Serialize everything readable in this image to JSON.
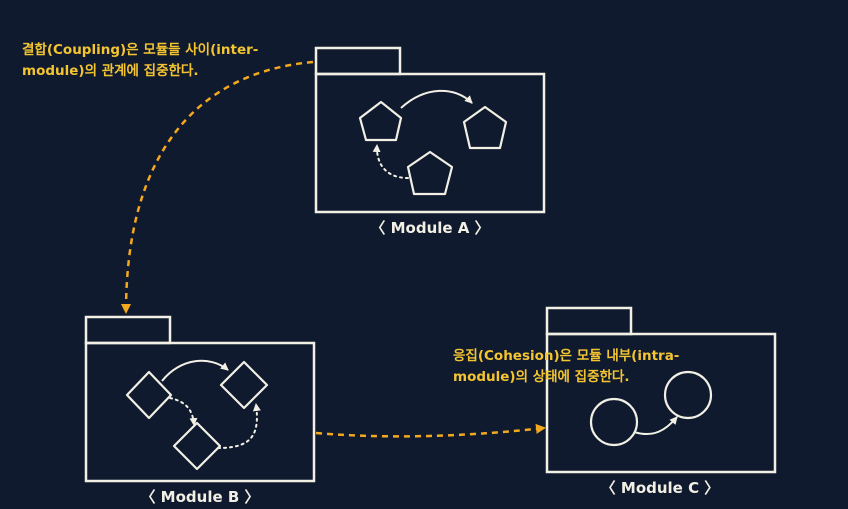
{
  "annotations": {
    "coupling": {
      "line1": "결합(Coupling)은 모듈들 사이(inter-",
      "line2": "module)의 관계에 집중한다."
    },
    "cohesion": {
      "line1": "응집(Cohesion)은 모듈 내부(intra-",
      "line2": "module)의 상태에 집중한다."
    }
  },
  "modules": {
    "a": {
      "label": "〈 Module A 〉"
    },
    "b": {
      "label": "〈 Module B 〉"
    },
    "c": {
      "label": "〈 Module C 〉"
    }
  },
  "colors": {
    "background": "#0f1a2e",
    "outline": "#f2efe4",
    "accent": "#f4a81d",
    "annotation_text": "#f4c431"
  }
}
